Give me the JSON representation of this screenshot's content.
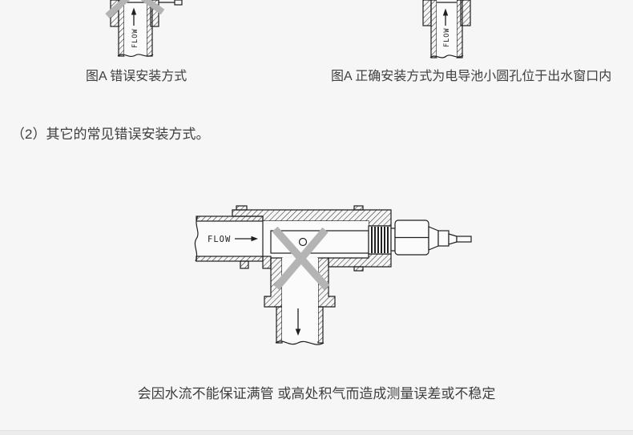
{
  "page": {
    "background_color": "#f6f6f6",
    "line_color": "#1f1f1f",
    "error_cross_color": "#b4b4b4",
    "text_color": "#3e3e3e"
  },
  "figure_top_left": {
    "caption": "图A 错误安装方式",
    "flow_label": "FLOW"
  },
  "figure_top_right": {
    "caption": "图A 正确安装方式为电导池小圆孔位于出水窗口内",
    "flow_label": "FLOW"
  },
  "section": {
    "heading": "（2）其它的常见错误安装方式。"
  },
  "figure_main": {
    "flow_label": "FLOW",
    "caption": "会因水流不能保证满管 或高处积气而造成测量误差或不稳定"
  }
}
